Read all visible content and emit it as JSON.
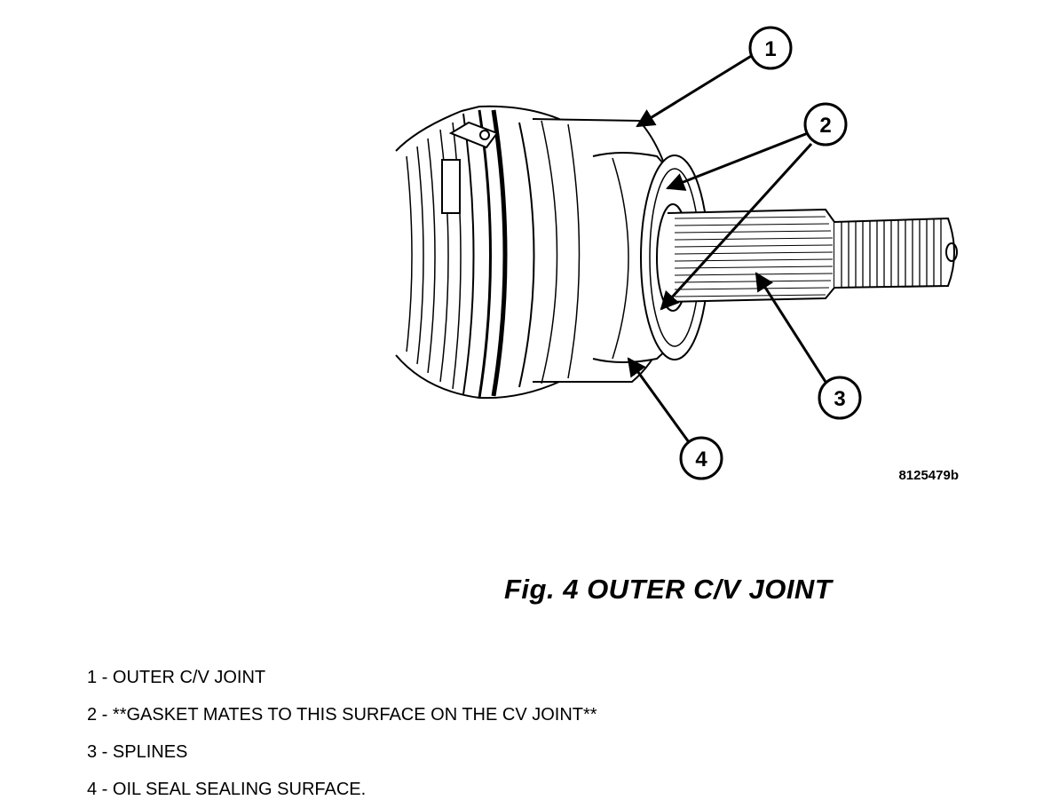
{
  "figure": {
    "id_code": "8125479b",
    "caption": "Fig. 4 OUTER C/V JOINT"
  },
  "callouts": [
    {
      "number": "1"
    },
    {
      "number": "2"
    },
    {
      "number": "3"
    },
    {
      "number": "4"
    }
  ],
  "legend": [
    {
      "number": "1",
      "sep": " - ",
      "text": "OUTER C/V JOINT"
    },
    {
      "number": "2",
      "sep": " - ",
      "text": "**GASKET MATES TO THIS SURFACE ON THE CV JOINT**"
    },
    {
      "number": "3",
      "sep": " - ",
      "text": "SPLINES"
    },
    {
      "number": "4",
      "sep": " - ",
      "text": "OIL SEAL SEALING SURFACE."
    }
  ]
}
